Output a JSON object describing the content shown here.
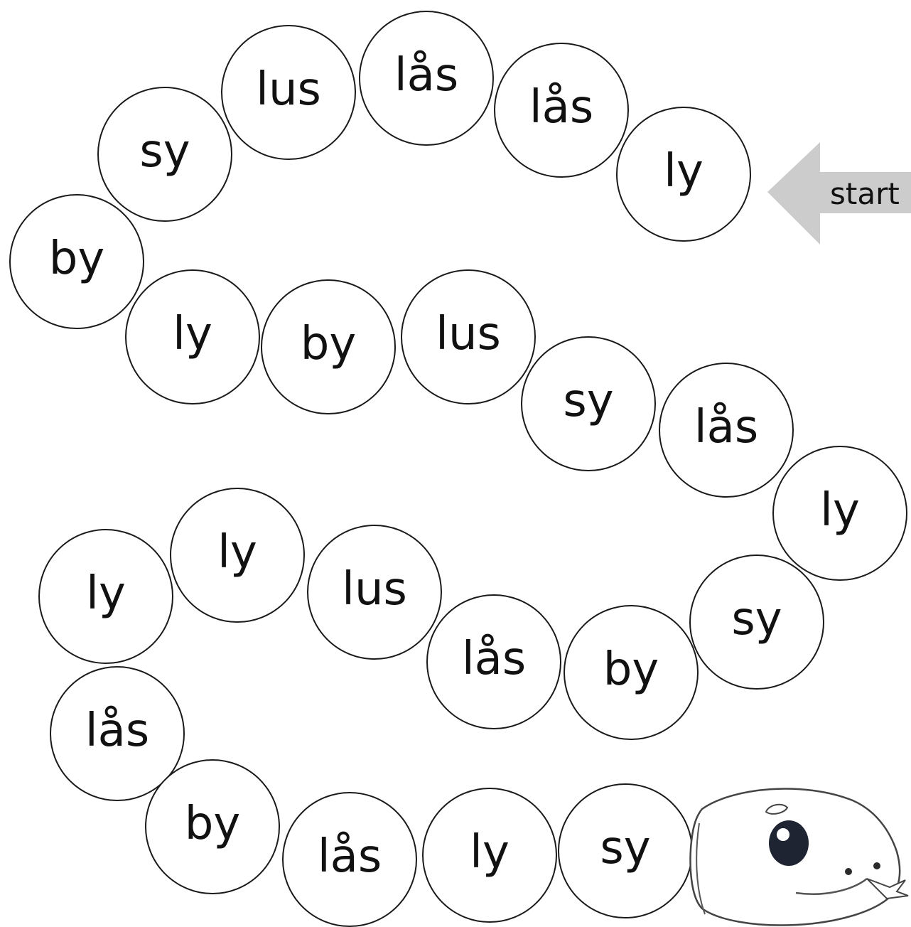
{
  "start_label": "start",
  "colors": {
    "arrow": "#cccccc",
    "circle_border": "#1a1a1a",
    "text": "#111111"
  },
  "path_words": [
    "ly",
    "lås",
    "lås",
    "lus",
    "sy",
    "by",
    "ly",
    "by",
    "lus",
    "sy",
    "lås",
    "ly",
    "sy",
    "by",
    "lås",
    "lus",
    "ly",
    "ly",
    "lås",
    "by",
    "lås",
    "ly",
    "sy"
  ],
  "end_icon": "snake-head-icon"
}
